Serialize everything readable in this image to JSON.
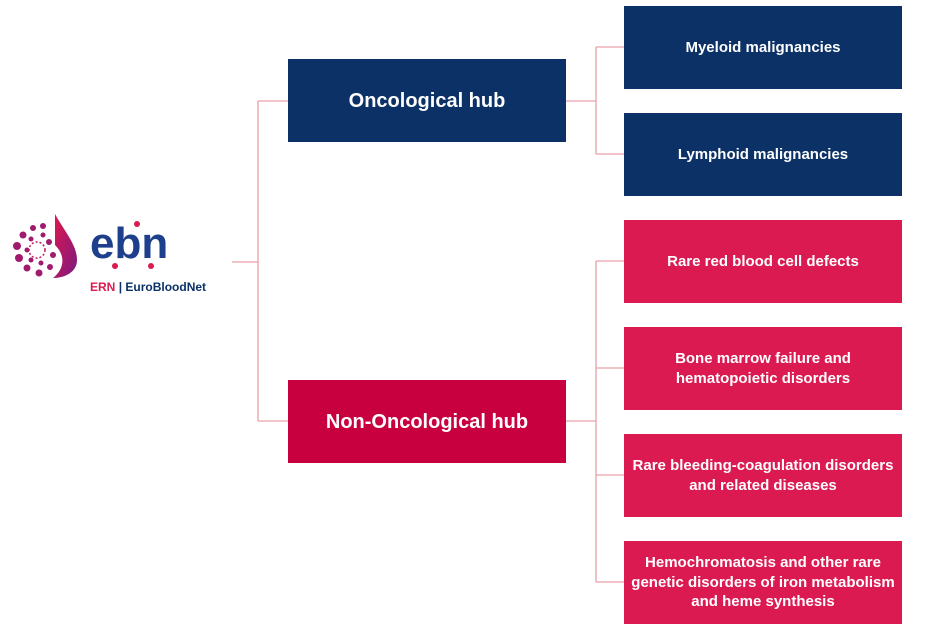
{
  "logo": {
    "wordmark": "ebn",
    "caption_ern": "ERN",
    "caption_sep": "|",
    "caption_name": "EuroBloodNet"
  },
  "hubs": [
    {
      "label": "Oncological hub",
      "color": "#0b3166",
      "children": [
        "Myeloid malignancies",
        "Lymphoid malignancies"
      ]
    },
    {
      "label": "Non-Oncological hub",
      "color": "#c8003f",
      "children": [
        "Rare red blood cell defects",
        "Bone marrow failure and hematopoietic disorders",
        "Rare bleeding-coagulation disorders and related diseases",
        "Hemochromatosis and other rare genetic disorders of iron metabolism and heme synthesis"
      ]
    }
  ],
  "colors": {
    "navy": "#0b3166",
    "crimson": "#dc1a52",
    "connector": "#e8a0a8"
  }
}
